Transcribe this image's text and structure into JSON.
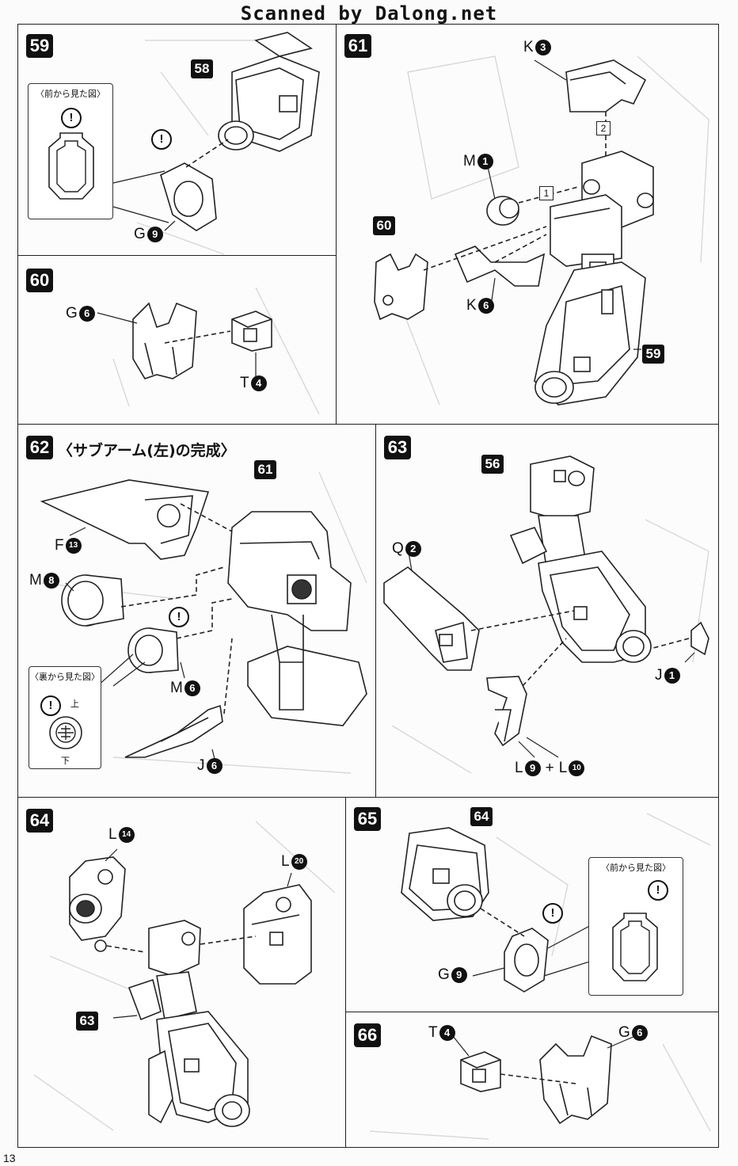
{
  "header": {
    "scan_credit": "Scanned by Dalong.net"
  },
  "page_number": "13",
  "steps": {
    "s59": {
      "number": "59",
      "front_view_title": "〈前から見た図〉",
      "part": {
        "letter": "G",
        "num": "9"
      },
      "ref": "58"
    },
    "s60": {
      "number": "60",
      "parts": [
        {
          "letter": "G",
          "num": "6"
        },
        {
          "letter": "T",
          "num": "4"
        }
      ]
    },
    "s61": {
      "number": "61",
      "parts": [
        {
          "letter": "K",
          "num": "3"
        },
        {
          "letter": "M",
          "num": "1"
        },
        {
          "letter": "K",
          "num": "6"
        }
      ],
      "refs": [
        "60",
        "59"
      ],
      "order": [
        "1",
        "2"
      ]
    },
    "s62": {
      "number": "62",
      "title": "〈サブアーム(左)の完成〉",
      "ref": "61",
      "parts": [
        {
          "letter": "F",
          "num": "13"
        },
        {
          "letter": "M",
          "num": "8"
        },
        {
          "letter": "M",
          "num": "6"
        },
        {
          "letter": "J",
          "num": "6"
        }
      ],
      "back_view_title": "〈裏から見た図〉",
      "back_view_top": "上",
      "back_view_bottom": "下"
    },
    "s63": {
      "number": "63",
      "ref": "56",
      "parts": [
        {
          "letter": "Q",
          "num": "2"
        },
        {
          "letter": "J",
          "num": "1"
        }
      ],
      "combo": {
        "a": {
          "letter": "L",
          "num": "9"
        },
        "plus": "+",
        "b": {
          "letter": "L",
          "num": "10"
        }
      }
    },
    "s64": {
      "number": "64",
      "ref": "63",
      "parts": [
        {
          "letter": "L",
          "num": "14"
        },
        {
          "letter": "L",
          "num": "20"
        }
      ]
    },
    "s65": {
      "number": "65",
      "ref": "64",
      "part": {
        "letter": "G",
        "num": "9"
      },
      "front_view_title": "〈前から見た図〉"
    },
    "s66": {
      "number": "66",
      "parts": [
        {
          "letter": "T",
          "num": "4"
        },
        {
          "letter": "G",
          "num": "6"
        }
      ]
    }
  },
  "icons": {
    "warning": "!",
    "warning_icon": "exclamation-circle-icon"
  }
}
